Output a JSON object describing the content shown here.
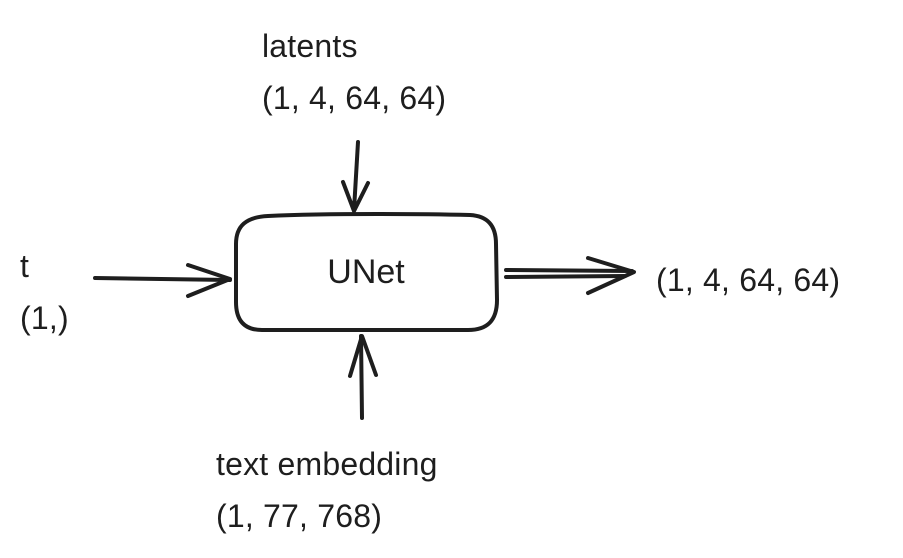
{
  "diagram": {
    "node": {
      "label": "UNet"
    },
    "inputs": {
      "latents": {
        "name": "latents",
        "shape": "(1, 4, 64, 64)"
      },
      "timestep": {
        "name": "t",
        "shape": "(1,)"
      },
      "text_embedding": {
        "name": "text embedding",
        "shape": "(1, 77, 768)"
      }
    },
    "output": {
      "shape": "(1, 4, 64, 64)"
    }
  },
  "colors": {
    "stroke": "#1e1e1e",
    "background": "#ffffff"
  }
}
